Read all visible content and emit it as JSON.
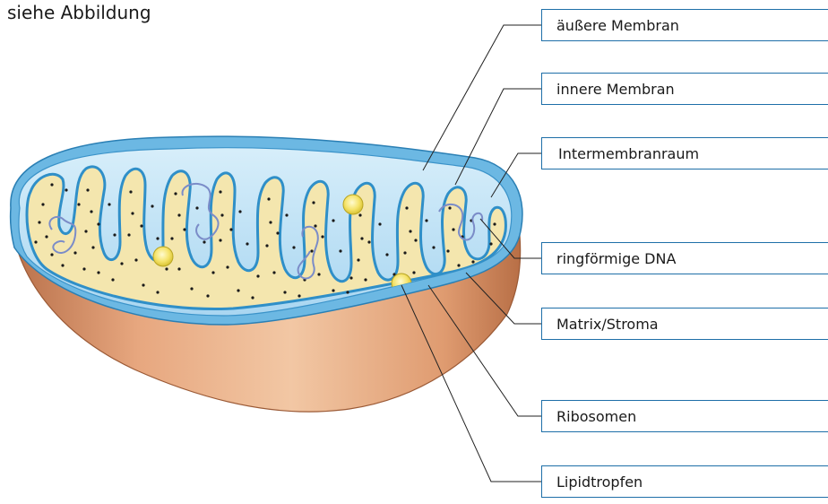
{
  "heading": "siehe Abbildung",
  "labels": [
    "äußere Membran",
    "innere Membran",
    "Intermembranraum",
    "ringförmige DNA",
    "Matrix/Stroma",
    "Ribosomen",
    "Lipidtropfen"
  ],
  "colors": {
    "outer_membrane": "#4aa4d6",
    "intermembrane_space": "#cfe9f7",
    "matrix": "#f4e6ae",
    "cristae_membrane": "#2f8fc8",
    "outer_shell": "#d9956a",
    "dna": "#7b8cc8",
    "lipid_droplet": "#f3e16a",
    "box_border": "#1e6fa8",
    "leader_line": "#222222"
  }
}
